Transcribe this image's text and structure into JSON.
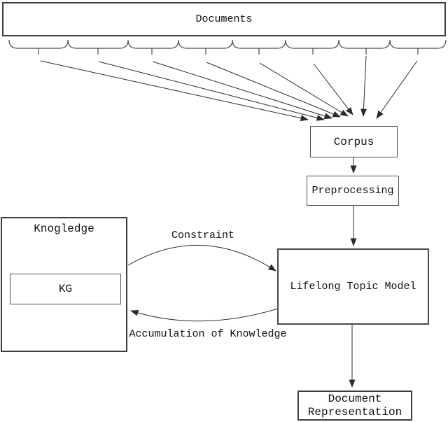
{
  "diagram": {
    "nodes": {
      "documents": {
        "label": "Documents"
      },
      "corpus": {
        "label": "Corpus"
      },
      "preprocessing": {
        "label": "Preprocessing"
      },
      "knowledge": {
        "label": "Knogledge"
      },
      "kg": {
        "label": "KG"
      },
      "lifelong_topic_model": {
        "label": "Lifelong Topic Model"
      },
      "document_representation": {
        "label": "Document Representation"
      }
    },
    "edge_labels": {
      "constraint": "Constraint",
      "accumulation_of_knowledge": "Accumulation of Knowledge"
    },
    "edges": [
      {
        "from": "documents",
        "to": "corpus",
        "note": "eight grouped-document arrows fan in from braces under Documents"
      },
      {
        "from": "corpus",
        "to": "preprocessing"
      },
      {
        "from": "preprocessing",
        "to": "lifelong_topic_model"
      },
      {
        "from": "knowledge",
        "to": "lifelong_topic_model",
        "label": "Constraint"
      },
      {
        "from": "lifelong_topic_model",
        "to": "knowledge",
        "label": "Accumulation of Knowledge"
      },
      {
        "from": "lifelong_topic_model",
        "to": "document_representation"
      }
    ],
    "colors": {
      "background": "#ffffff",
      "line": "#2b2b2b",
      "brace": "#4a4a4a",
      "text": "#111111"
    }
  }
}
